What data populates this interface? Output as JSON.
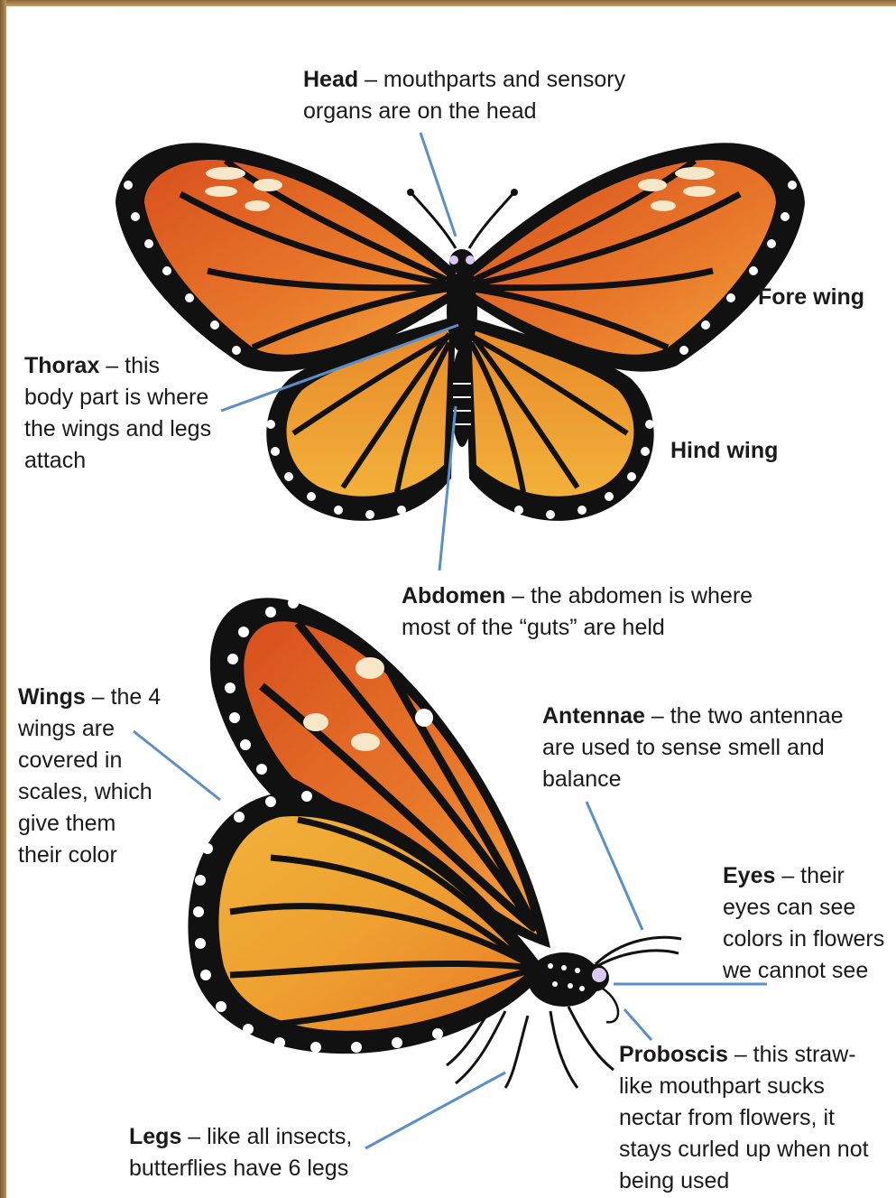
{
  "colors": {
    "wing_orange": "#e8782a",
    "wing_yellow": "#f2b13a",
    "wing_red": "#d8501e",
    "vein_black": "#111111",
    "spot_white": "#ffffff",
    "eye_lavender": "#d9c8f2",
    "leader_line": "#5b8fc7",
    "frame": "#b08a55"
  },
  "labels": {
    "head": {
      "term": "Head",
      "lines": [
        " – mouthparts and sensory",
        "organs are on the head"
      ]
    },
    "fore_wing": {
      "term": "Fore wing"
    },
    "thorax": {
      "term": "Thorax",
      "lines": [
        " –  this",
        "body part is where",
        "the wings and legs",
        "attach"
      ]
    },
    "hind_wing": {
      "term": "Hind wing"
    },
    "abdomen": {
      "term": "Abdomen",
      "lines": [
        " – the abdomen is where",
        "most of the “guts” are held"
      ]
    },
    "wings": {
      "term": "Wings",
      "lines": [
        " – the 4",
        "wings are",
        "covered in",
        "scales, which",
        "give them",
        "their color"
      ]
    },
    "antennae": {
      "term": "Antennae",
      "lines": [
        " – the two antennae",
        "are used to sense smell and",
        "balance"
      ]
    },
    "eyes": {
      "term": "Eyes",
      "lines": [
        " – their",
        "eyes can see",
        "colors in flowers",
        "we cannot see"
      ]
    },
    "proboscis": {
      "term": "Proboscis",
      "lines": [
        " – this straw-",
        "like mouthpart sucks",
        "nectar from flowers, it",
        "stays curled up when not",
        "being used"
      ]
    },
    "legs": {
      "term": "Legs",
      "lines": [
        " – like all insects,",
        "butterflies have 6 legs"
      ]
    }
  }
}
